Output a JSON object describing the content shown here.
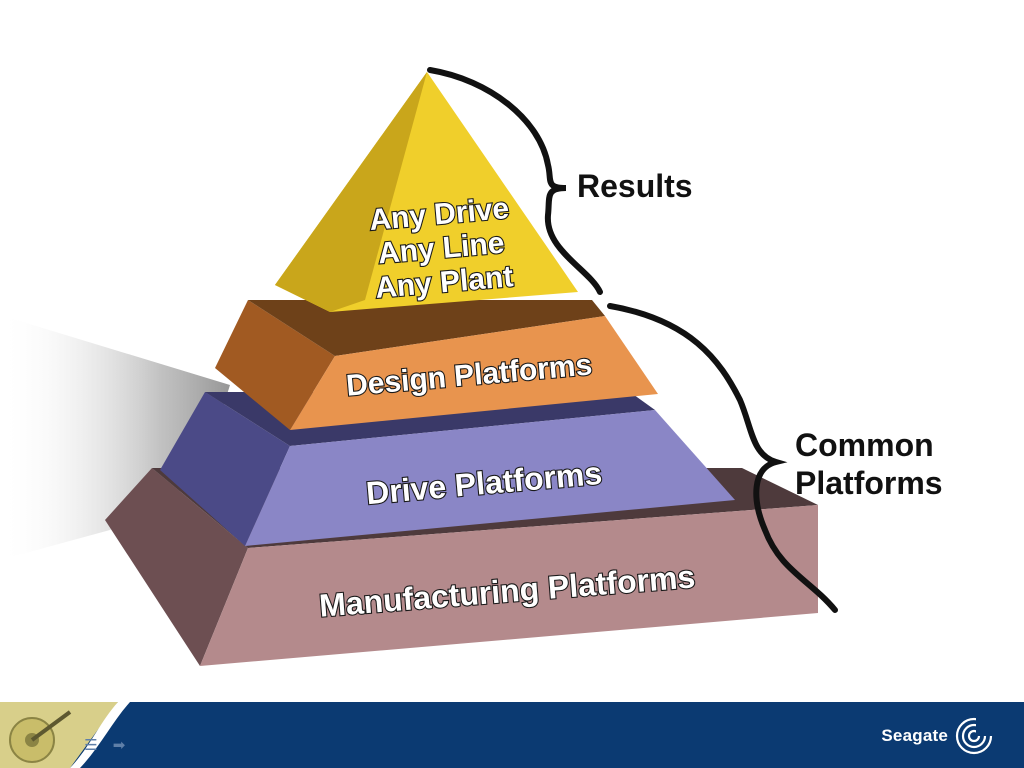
{
  "pyramid": {
    "apex_lines": [
      "Any Drive",
      "Any Line",
      "Any Plant"
    ],
    "layers": [
      {
        "label": "Design Platforms",
        "color": "#e8944e"
      },
      {
        "label": "Drive Platforms",
        "color": "#8a86c6"
      },
      {
        "label": "Manufacturing Platforms",
        "color": "#b48a8c"
      }
    ],
    "apex_color": "#f0cf2b"
  },
  "braces": {
    "results_label": "Results",
    "common_label_line1": "Common",
    "common_label_line2": "Platforms"
  },
  "footer": {
    "brand": "Seagate",
    "background": "#0b3a72",
    "nav_prev_icon": "menu-icon",
    "nav_next_icon": "arrow-right-icon"
  }
}
